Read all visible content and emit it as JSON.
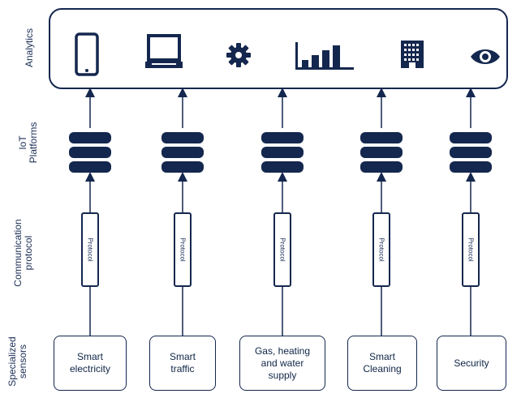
{
  "layers": {
    "analytics": "Analytics",
    "iot_line1": "IoT",
    "iot_line2": "Platforms",
    "comm_line1": "Communication",
    "comm_line2": "protocol",
    "sensors_line1": "Specialized",
    "sensors_line2": "sensors"
  },
  "analytics_icons": [
    "smartphone-icon",
    "laptop-icon",
    "gear-icon",
    "bar-chart-icon",
    "building-icon",
    "eye-icon"
  ],
  "columns": [
    {
      "protocol": "Protocol",
      "sensor_line1": "Smart",
      "sensor_line2": "electricity",
      "sensor_line3": ""
    },
    {
      "protocol": "Protocol",
      "sensor_line1": "Smart",
      "sensor_line2": "traffic",
      "sensor_line3": ""
    },
    {
      "protocol": "Protocol",
      "sensor_line1": "Gas, heating",
      "sensor_line2": "and water",
      "sensor_line3": "supply"
    },
    {
      "protocol": "Protocol",
      "sensor_line1": "Smart",
      "sensor_line2": "Cleaning",
      "sensor_line3": ""
    },
    {
      "protocol": "Protocol",
      "sensor_line1": "Security",
      "sensor_line2": "",
      "sensor_line3": ""
    }
  ],
  "colors": {
    "navy": "#14274e",
    "text": "#0f2547"
  }
}
